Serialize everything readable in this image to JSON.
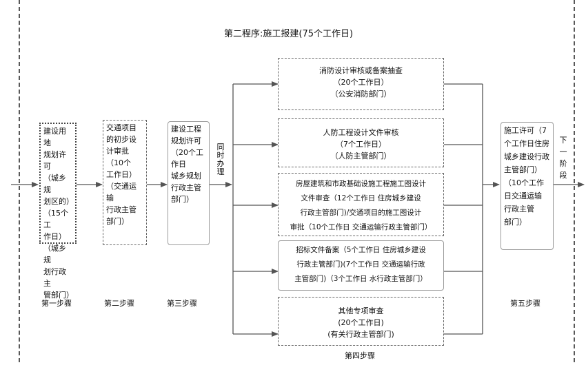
{
  "title": "第二程序:施工报建(75个工作日)",
  "steps": {
    "step1": {
      "label": "第一步骤",
      "box": [
        "建设用地",
        "规划许可",
        "（城乡规",
        "划区的）",
        "（15个工",
        "作日）",
        "（城乡规",
        "划行政主",
        "管部门）"
      ]
    },
    "step2": {
      "label": "第二步骤",
      "box": [
        "交通项目",
        "的初步设",
        "计审批",
        "（10个",
        "工作日）",
        "（交通运输",
        "行政主管",
        "部门）"
      ]
    },
    "step3": {
      "label": "第三步骤",
      "box": [
        "建设工程",
        "规划许可",
        "（20个工",
        "作日",
        "城乡规划",
        "行政主管",
        "部门）"
      ]
    },
    "step4": {
      "label": "第四步骤",
      "items": [
        {
          "lines": [
            "消防设计审核或备案抽查",
            "（20个工作日）",
            "（公安消防部门）"
          ]
        },
        {
          "lines": [
            "人防工程设计文件审核",
            "（7个工作日）",
            "（人防主管部门）"
          ]
        },
        {
          "lines": [
            "房屋建筑和市政基础设施工程施工图设计",
            "文件审查（12个工作日  住房城乡建设",
            "行政主管部门)/交通项目的施工图设计",
            "审批（10个工作日  交通运输行政主管部门）"
          ]
        },
        {
          "lines": [
            "招标文件备案（5个工作日  住房城乡建设",
            "行政主管部门)(7个工作日  交通运输行政",
            "主管部门)（3个工作日  水行政主管部门）"
          ]
        },
        {
          "lines": [
            "其他专项审查",
            "(20个工作日)",
            "(有关行政主管部门)"
          ]
        }
      ]
    },
    "step5": {
      "label": "第五步骤",
      "box": [
        "施工许可（7",
        "个工作日住房",
        "城乡建设行政",
        "主管部门）",
        "（10个工作",
        "日交通运输",
        "行政主管",
        "部门）"
      ]
    }
  },
  "concurrent_label": "同时办理",
  "next_stage_label": "下一阶段"
}
